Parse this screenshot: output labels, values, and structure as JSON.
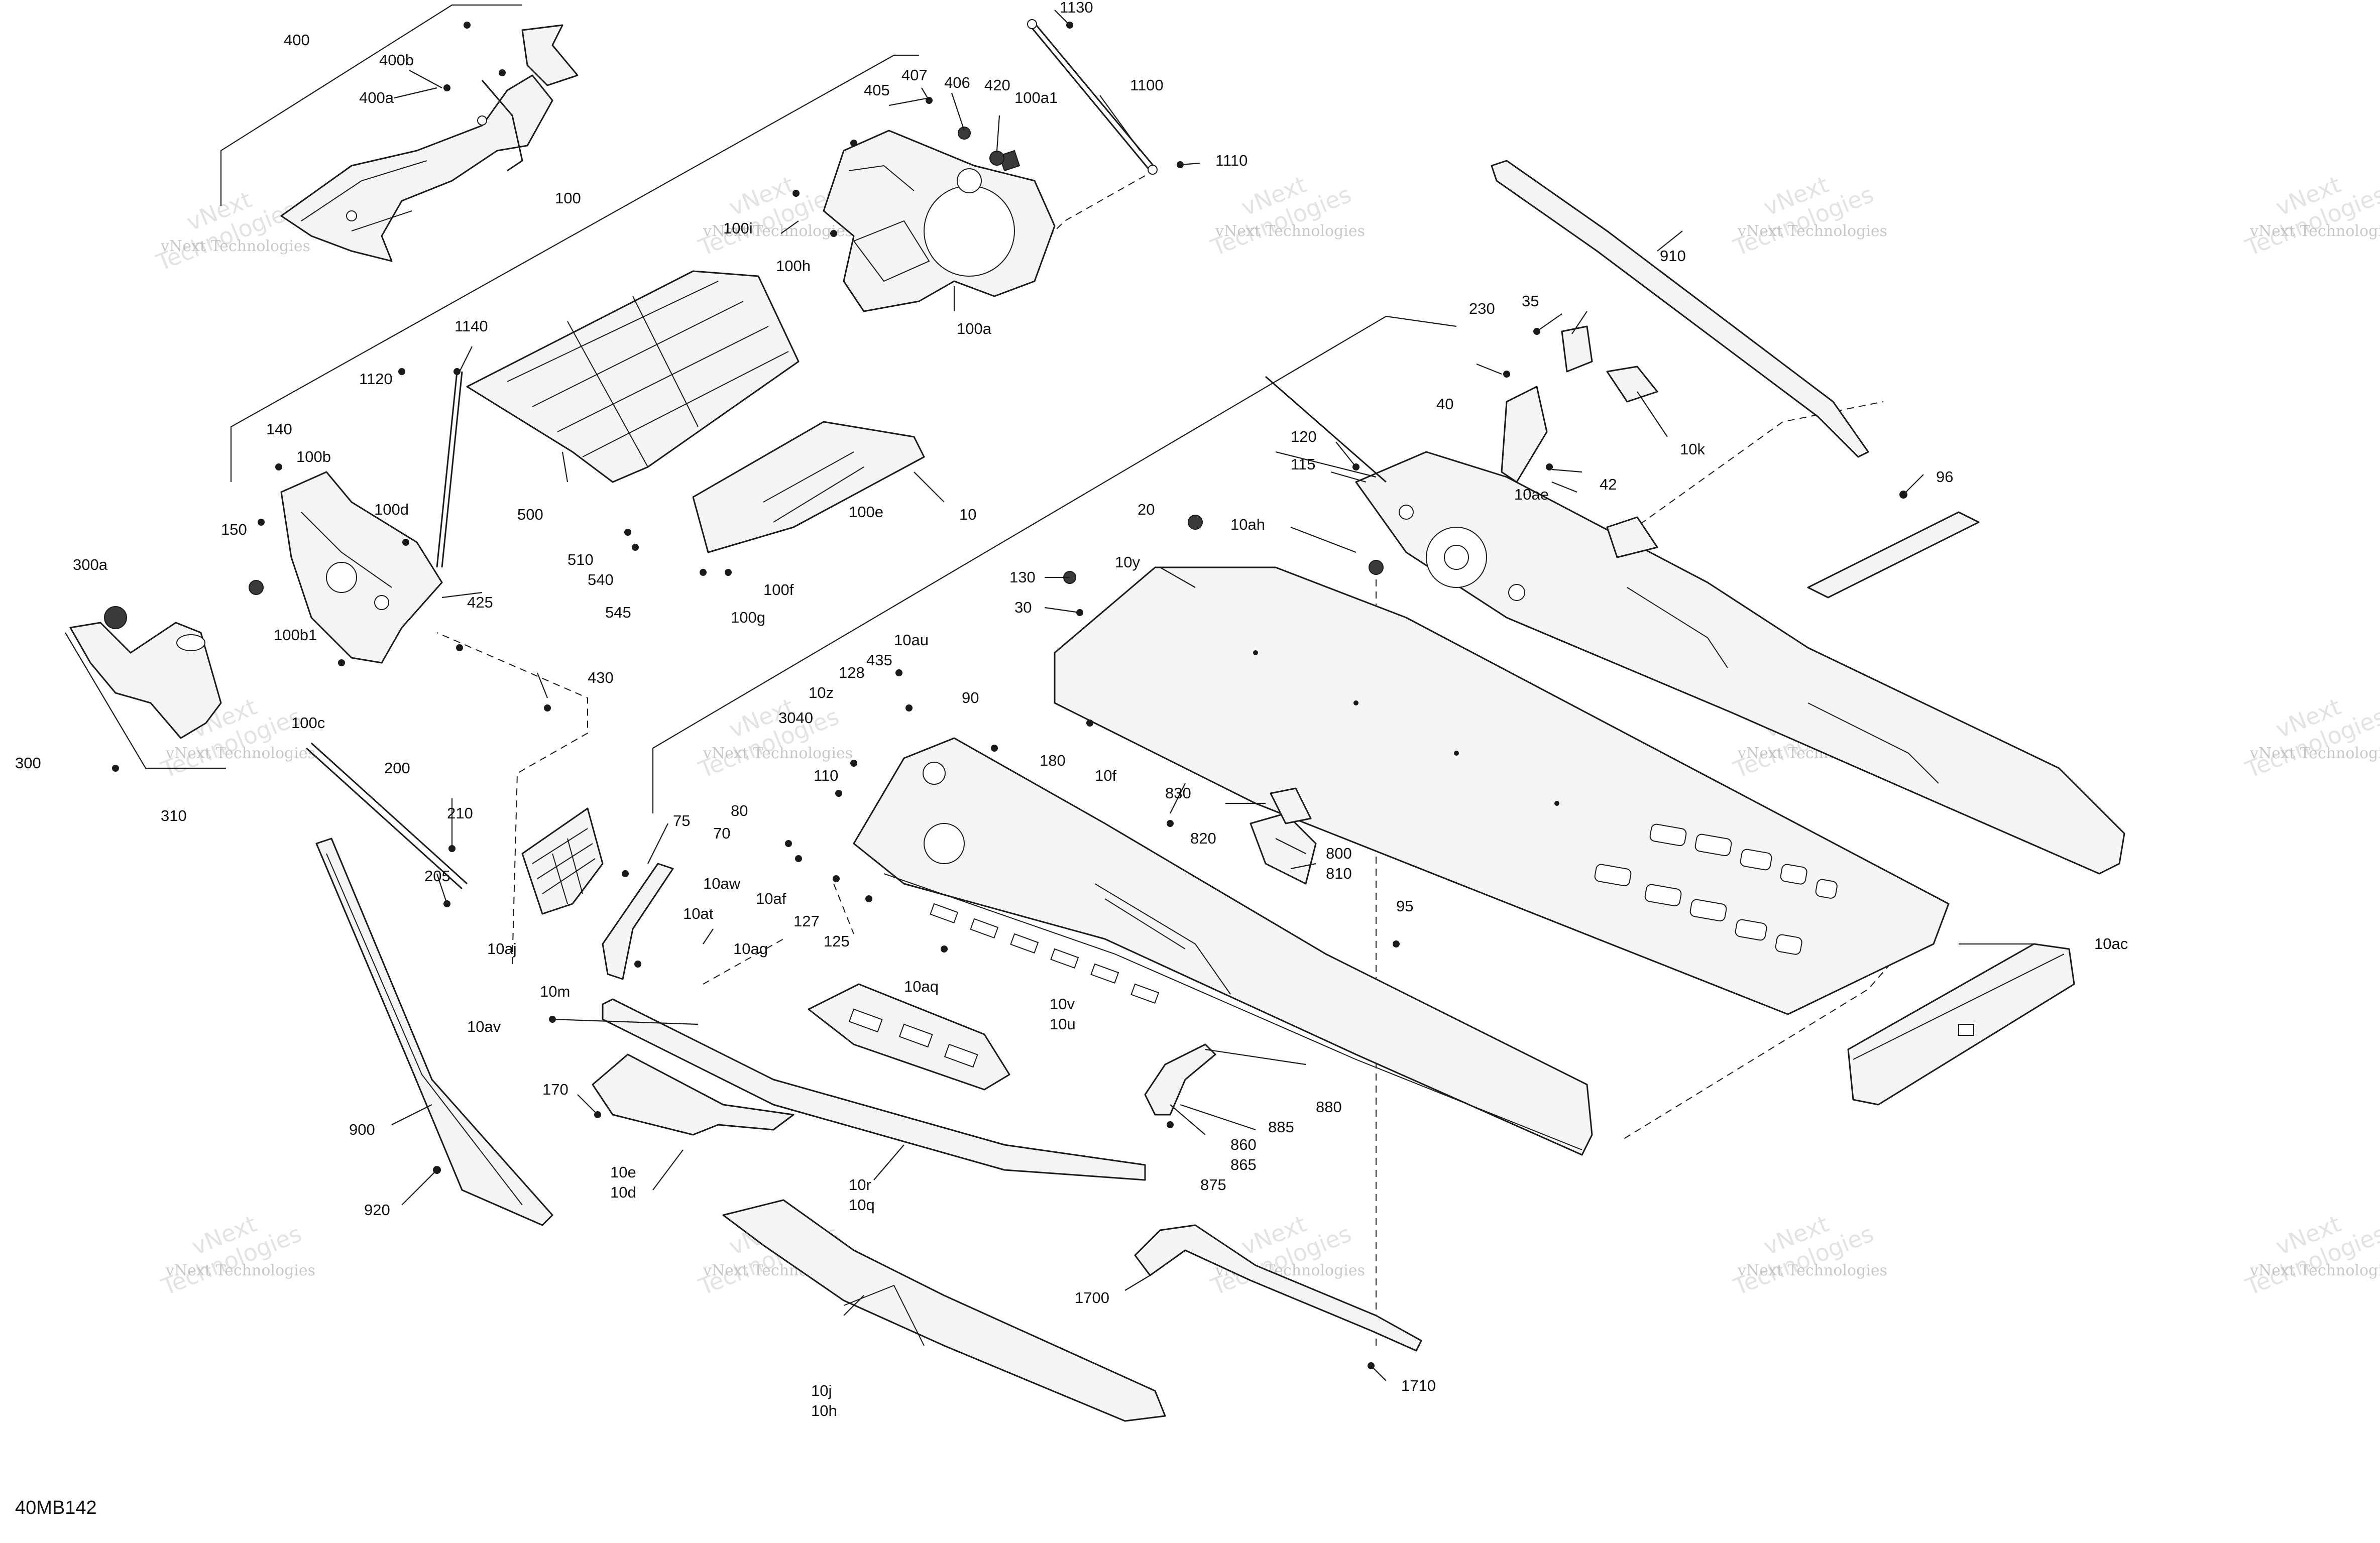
{
  "diagram_code": "40MB142",
  "watermark": {
    "line1": "vNext Technologies",
    "line2a": "vNext",
    "line2b": "Technologies"
  },
  "callouts": {
    "c400": "400",
    "c400b": "400b",
    "c400a": "400a",
    "c100": "100",
    "c405": "405",
    "c407": "407",
    "c406": "406",
    "c420": "420",
    "c100a1": "100a1",
    "c1130": "1130",
    "c1100": "1100",
    "c1110": "1110",
    "c100i": "100i",
    "c100h": "100h",
    "c100a": "100a",
    "c910": "910",
    "c230": "230",
    "c35": "35",
    "c10k": "10k",
    "c40": "40",
    "c10ae": "10ae",
    "c42": "42",
    "c96": "96",
    "c1140": "1140",
    "c1120": "1120",
    "c140": "140",
    "c100b": "100b",
    "c150": "150",
    "c100d": "100d",
    "c500": "500",
    "c510": "510",
    "c540": "540",
    "c545": "545",
    "c100e": "100e",
    "c100f": "100f",
    "c100g": "100g",
    "c300a": "300a",
    "c100b1": "100b1",
    "c425": "425",
    "c100c": "100c",
    "c430": "430",
    "c300": "300",
    "c310": "310",
    "c10": "10",
    "c120": "120",
    "c115": "115",
    "c20": "20",
    "c10ah": "10ah",
    "c130": "130",
    "c30": "30",
    "c10y": "10y",
    "c10au": "10au",
    "c435": "435",
    "c128": "128",
    "c10z": "10z",
    "c90": "90",
    "c3040": "3040",
    "c110": "110",
    "c180": "180",
    "c200": "200",
    "c210": "210",
    "c205": "205",
    "c80": "80",
    "c70": "70",
    "c10aw": "10aw",
    "c10af": "10af",
    "c75": "75",
    "c10at": "10at",
    "c10aj": "10aj",
    "c127": "127",
    "c125": "125",
    "c10ag": "10ag",
    "c10m": "10m",
    "c10f": "10f",
    "c830": "830",
    "c820": "820",
    "c800": "800",
    "c810": "810",
    "c95": "95",
    "c10aq": "10aq",
    "c10v": "10v",
    "c10u": "10u",
    "c10ac": "10ac",
    "c10av": "10av",
    "c170": "170",
    "c900": "900",
    "c880": "880",
    "c885": "885",
    "c860": "860",
    "c865": "865",
    "c875": "875",
    "c10e": "10e",
    "c10d": "10d",
    "c10r": "10r",
    "c10q": "10q",
    "c920": "920",
    "c1700": "1700",
    "c1710": "1710",
    "c10j": "10j",
    "c10h": "10h"
  }
}
